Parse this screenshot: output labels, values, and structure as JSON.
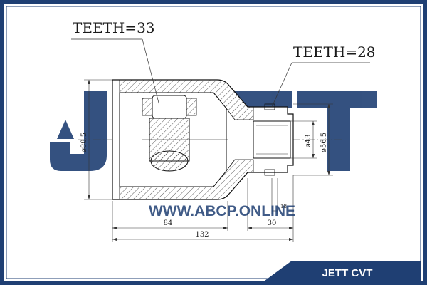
{
  "brand": {
    "watermark_logo": "JETT",
    "watermark_site": "WWW.ABCP.ONLINE",
    "footer_label": "JETT CVT",
    "colors": {
      "frame": "#1f3f73",
      "watermark": "#1f3f73",
      "footer_bg": "#1f3f73",
      "footer_text": "#ffffff"
    }
  },
  "callouts": {
    "teeth_left": "TEETH=33",
    "teeth_right": "TEETH=28"
  },
  "dimensions": {
    "dia_outer": "ø88.5",
    "dia_shaft": "ø43",
    "dia_flange": "ø56.5",
    "len_84": "84",
    "len_132": "132",
    "len_30": "30",
    "len_small": "18"
  }
}
